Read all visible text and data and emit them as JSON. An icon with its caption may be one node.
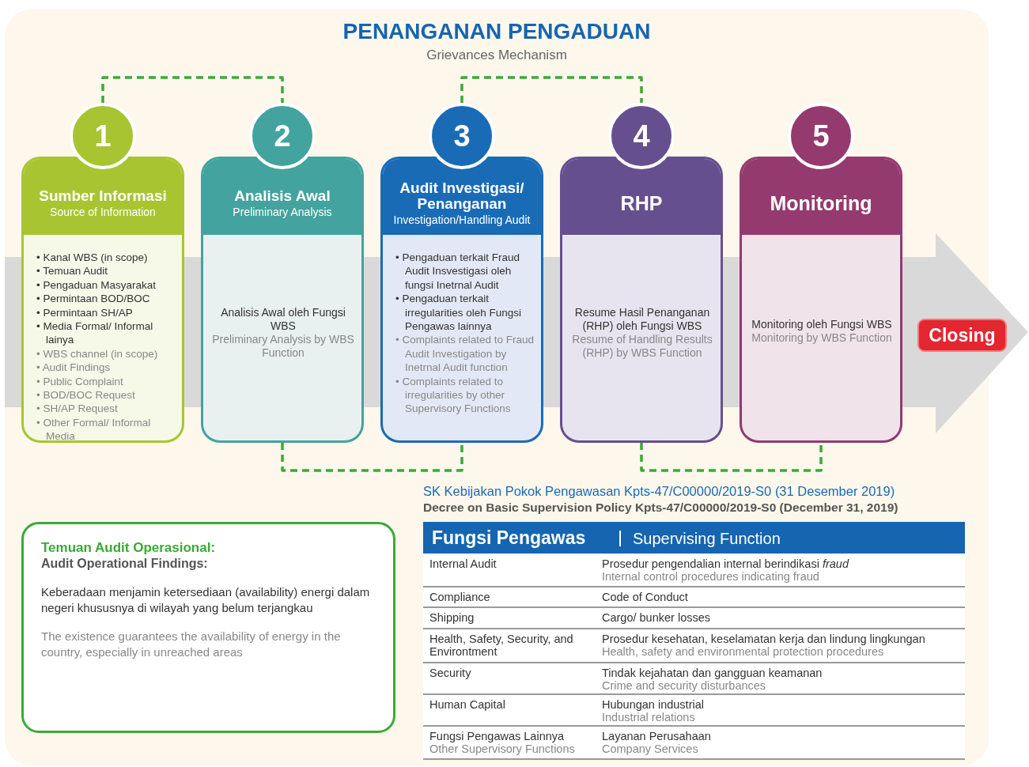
{
  "diagram": {
    "title": "PENANGANAN PENGADUAN",
    "nodes": [
      {
        "text": [
          "1"
        ]
      },
      {
        "text": [
          "Sumber Informasi",
          "Source of Information",
          "• Kanal WBS (in scope)",
          "• Temuan Audit",
          "• Pengaduan Masyarakat",
          "• Permintaan BOD/BOC",
          "• Permintaan SH/AP",
          "• Media Formal/ Informal lainya",
          "• WBS channel (in scope)",
          "• Audit Findings",
          "• Public Complaint",
          "• BOD/BOC Request",
          "• SH/AP Request",
          "• Other Formal/ Informal Media"
        ]
      },
      {
        "text": [
          "2"
        ]
      },
      {
        "text": [
          "Analisis Awal",
          "Preliminary Analysis",
          "Analisis Awal oleh Fungsi WBS",
          "Preliminary Analysis by WBS Function"
        ]
      },
      {
        "text": [
          "3"
        ]
      },
      {
        "text": [
          "Audit Investigasi/ Penanganan",
          "Investigation/Handling Audit",
          "• Pengaduan terkait Fraud Audit Insvestigasi oleh fungsi Inetrnal Audit",
          "• Pengaduan terkait irregularities oleh Fungsi Pengawas lainnya",
          "• Complaints related to Fraud Audit Investigation by Inetrnal Audit function",
          "• Complaints related to irregularities by other Supervisory Functions"
        ]
      },
      {
        "text": [
          "4"
        ]
      },
      {
        "text": [
          "RHP",
          "Resume Hasil Penanganan (RHP) oleh Fungsi WBS",
          "Resume of Handling Results (RHP) by WBS Function"
        ]
      },
      {
        "text": [
          "5"
        ]
      },
      {
        "text": [
          "Monitoring",
          "Monitoring oleh Fungsi WBS",
          "Monitoring by WBS Function"
        ]
      },
      {
        "text": [
          "Closing"
        ]
      },
      {
        "text": [
          "Temuan Audit Operasional:",
          "Audit Operational Findings:",
          "Keberadaan menjamin ketersediaan (availability) energi dalam negeri khususnya di wilayah yang belum terjangkau",
          "The existence guarantees the availability of energy in the country, especially in unreached areas"
        ]
      }
    ],
    "edges": [
      {
        "from": 0,
        "to": 2,
        "arrow": "none",
        "style": "dashed"
      },
      {
        "from": 3,
        "to": 5,
        "arrow": "none",
        "style": "dashed"
      },
      {
        "from": 4,
        "to": 6,
        "arrow": "none",
        "style": "dashed"
      },
      {
        "from": 7,
        "to": 9,
        "arrow": "none",
        "style": "dashed"
      }
    ],
    "labels": [
      "Grievances Mechanism",
      "SK Kebijakan Pokok Pengawasan Kpts-47/C00000/2019-S0 (31 Desember 2019)",
      "Decree on Basic Supervision Policy Kpts-47/C00000/2019-S0 (December 31, 2019)",
      "Fungsi Pengawas",
      "Supervising Function",
      "Internal Audit",
      "Prosedur pengendalian internal berindikasi *fraud*",
      "Internal control procedures indicating fraud",
      "Compliance",
      "Code of Conduct",
      "Shipping",
      "Cargo/ bunker losses",
      "Health, Safety, Security, and Environtment",
      "Prosedur kesehatan, keselamatan kerja dan lindung lingkungan",
      "Health, safety and environmental protection procedures",
      "Security",
      "Tindak kejahatan dan gangguan keamanan",
      "Crime and security disturbances",
      "Human Capital",
      "Hubungan industrial",
      "Industrial relations",
      "Fungsi Pengawas Lainnya",
      "Other Supervisory Functions",
      "Layanan Perusahaan",
      "Company Services"
    ]
  }
}
